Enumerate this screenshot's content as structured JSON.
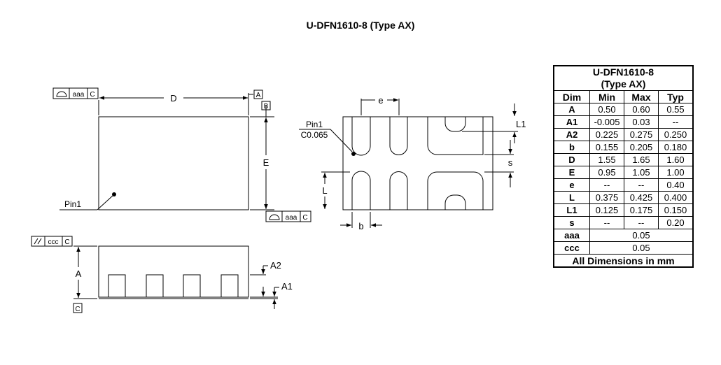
{
  "title": "U-DFN1610-8 (Type AX)",
  "drawing": {
    "top_view": {
      "dim_D": "D",
      "dim_E": "E",
      "pin1_label": "Pin1",
      "datum_A": "A",
      "datum_B": "B",
      "frame_top": {
        "tolerance": "aaa",
        "datum": "C"
      },
      "frame_bottom": {
        "tolerance": "aaa",
        "datum": "C"
      }
    },
    "bottom_view": {
      "dim_e": "e",
      "dim_b": "b",
      "dim_L": "L",
      "dim_L1": "L1",
      "dim_s": "s",
      "pin1_label": "Pin1",
      "pin1_chamfer": "C0.065"
    },
    "side_view": {
      "dim_A": "A",
      "dim_A1": "A1",
      "dim_A2": "A2",
      "datum_C": "C",
      "frame": {
        "tolerance": "ccc",
        "datum": "C"
      }
    }
  },
  "table": {
    "title_line1": "U-DFN1610-8",
    "title_line2": "(Type AX)",
    "columns": [
      "Dim",
      "Min",
      "Max",
      "Typ"
    ],
    "rows": [
      [
        "A",
        "0.50",
        "0.60",
        "0.55"
      ],
      [
        "A1",
        "-0.005",
        "0.03",
        "--"
      ],
      [
        "A2",
        "0.225",
        "0.275",
        "0.250"
      ],
      [
        "b",
        "0.155",
        "0.205",
        "0.180"
      ],
      [
        "D",
        "1.55",
        "1.65",
        "1.60"
      ],
      [
        "E",
        "0.95",
        "1.05",
        "1.00"
      ],
      [
        "e",
        "--",
        "--",
        "0.40"
      ],
      [
        "L",
        "0.375",
        "0.425",
        "0.400"
      ],
      [
        "L1",
        "0.125",
        "0.175",
        "0.150"
      ],
      [
        "s",
        "--",
        "--",
        "0.20"
      ]
    ],
    "span_rows": [
      [
        "aaa",
        "0.05"
      ],
      [
        "ccc",
        "0.05"
      ]
    ],
    "footer": "All Dimensions in mm"
  }
}
